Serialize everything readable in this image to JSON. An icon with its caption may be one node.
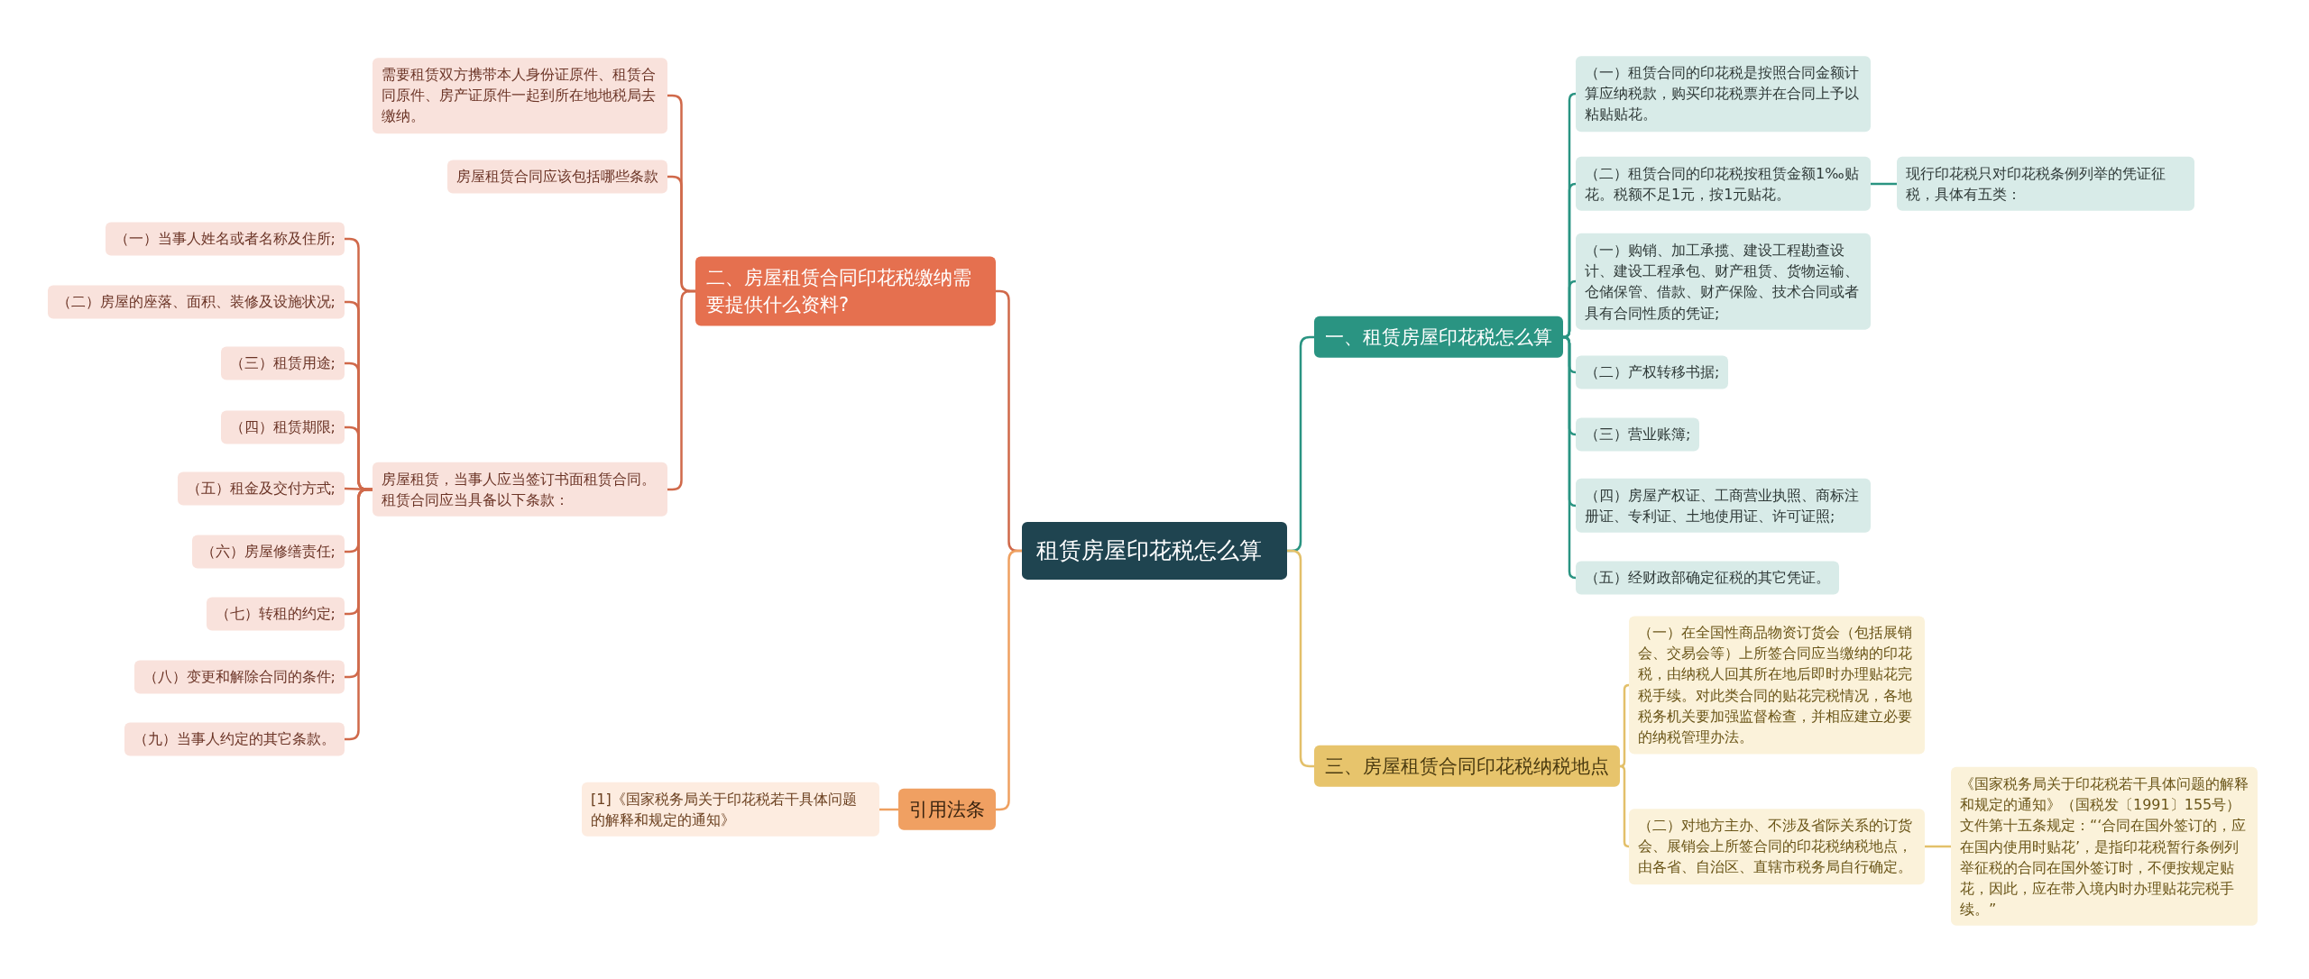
{
  "diagram": {
    "nodes": [
      {
        "text": [
          "租赁房屋印花税怎么算"
        ]
      },
      {
        "text": [
          "一、租赁房屋印花税怎么算"
        ]
      },
      {
        "text": [
          "（一）租赁合同的印花税是按照合同金额计算应纳税款，购买印花税票并在合同上予以粘贴贴花。"
        ]
      },
      {
        "text": [
          "（二）租赁合同的印花税按租赁金额1‰贴花。税额不足1元，按1元贴花。"
        ]
      },
      {
        "text": [
          "现行印花税只对印花税条例列举的凭证征税，具体有五类："
        ]
      },
      {
        "text": [
          "（一）购销、加工承揽、建设工程勘查设计、建设工程承包、财产租赁、货物运输、仓储保管、借款、财产保险、技术合同或者具有合同性质的凭证;"
        ]
      },
      {
        "text": [
          "（二）产权转移书据;"
        ]
      },
      {
        "text": [
          "（三）营业账簿;"
        ]
      },
      {
        "text": [
          "（四）房屋产权证、工商营业执照、商标注册证、专利证、土地使用证、许可证照;"
        ]
      },
      {
        "text": [
          "（五）经财政部确定征税的其它凭证。"
        ]
      },
      {
        "text": [
          "三、房屋租赁合同印花税纳税地点"
        ]
      },
      {
        "text": [
          "（一）在全国性商品物资订货会（包括展销会、交易会等）上所签合同应当缴纳的印花税，由纳税人回其所在地后即时办理贴花完税手续。对此类合同的贴花完税情况，各地税务机关要加强监督检查，并相应建立必要的纳税管理办法。"
        ]
      },
      {
        "text": [
          "（二）对地方主办、不涉及省际关系的订货会、展销会上所签合同的印花税纳税地点，由各省、自治区、直辖市税务局自行确定。"
        ]
      },
      {
        "text": [
          "《国家税务局关于印花税若干具体问题的解释和规定的通知》（国税发〔1991〕155号）文件第十五条规定：“‘合同在国外签订的，应在国内使用时贴花’，是指印花税暂行条例列举征税的合同在国外签订时，不便按规定贴花，因此，应在带入境内时办理贴花完税手续。”"
        ]
      },
      {
        "text": [
          "二、房屋租赁合同印花税缴纳需要提供什么资料?"
        ]
      },
      {
        "text": [
          "需要租赁双方携带本人身份证原件、租赁合同原件、房产证原件一起到所在地地税局去缴纳。"
        ]
      },
      {
        "text": [
          "房屋租赁合同应该包括哪些条款"
        ]
      },
      {
        "text": [
          "房屋租赁，当事人应当签订书面租赁合同。租赁合同应当具备以下条款："
        ]
      },
      {
        "text": [
          "（一）当事人姓名或者名称及住所;"
        ]
      },
      {
        "text": [
          "（二）房屋的座落、面积、装修及设施状况;"
        ]
      },
      {
        "text": [
          "（三）租赁用途;"
        ]
      },
      {
        "text": [
          "（四）租赁期限;"
        ]
      },
      {
        "text": [
          "（五）租金及交付方式;"
        ]
      },
      {
        "text": [
          "（六）房屋修缮责任;"
        ]
      },
      {
        "text": [
          "（七）转租的约定;"
        ]
      },
      {
        "text": [
          "（八）变更和解除合同的条件;"
        ]
      },
      {
        "text": [
          "（九）当事人约定的其它条款。"
        ]
      },
      {
        "text": [
          "引用法条"
        ]
      },
      {
        "text": [
          "[1]《国家税务局关于印花税若干具体问题的解释和规定的通知》"
        ]
      }
    ],
    "edges": [
      {
        "from": 0,
        "to": 1,
        "arrow": "none",
        "color": "#2a9482"
      },
      {
        "from": 1,
        "to": 2,
        "arrow": "none",
        "color": "#2a9482"
      },
      {
        "from": 1,
        "to": 3,
        "arrow": "none",
        "color": "#2a9482"
      },
      {
        "from": 3,
        "to": 4,
        "arrow": "none",
        "color": "#2a9482"
      },
      {
        "from": 1,
        "to": 5,
        "arrow": "none",
        "color": "#2a9482"
      },
      {
        "from": 1,
        "to": 6,
        "arrow": "none",
        "color": "#2a9482"
      },
      {
        "from": 1,
        "to": 7,
        "arrow": "none",
        "color": "#2a9482"
      },
      {
        "from": 1,
        "to": 8,
        "arrow": "none",
        "color": "#2a9482"
      },
      {
        "from": 1,
        "to": 9,
        "arrow": "none",
        "color": "#2a9482"
      },
      {
        "from": 0,
        "to": 10,
        "arrow": "none",
        "color": "#e3c06a"
      },
      {
        "from": 10,
        "to": 11,
        "arrow": "none",
        "color": "#e3c06a"
      },
      {
        "from": 10,
        "to": 12,
        "arrow": "none",
        "color": "#e3c06a"
      },
      {
        "from": 12,
        "to": 13,
        "arrow": "none",
        "color": "#e3c06a"
      },
      {
        "from": 0,
        "to": 14,
        "arrow": "none"
      },
      {
        "from": 14,
        "to": 15,
        "arrow": "none"
      },
      {
        "from": 14,
        "to": 16,
        "arrow": "none"
      },
      {
        "from": 14,
        "to": 17,
        "arrow": "none"
      },
      {
        "from": 17,
        "to": 18,
        "arrow": "none"
      },
      {
        "from": 17,
        "to": 19,
        "arrow": "none"
      },
      {
        "from": 17,
        "to": 20,
        "arrow": "none"
      },
      {
        "from": 17,
        "to": 21,
        "arrow": "none"
      },
      {
        "from": 17,
        "to": 22,
        "arrow": "none"
      },
      {
        "from": 17,
        "to": 23,
        "arrow": "none"
      },
      {
        "from": 17,
        "to": 24,
        "arrow": "none"
      },
      {
        "from": 17,
        "to": 25,
        "arrow": "none"
      },
      {
        "from": 17,
        "to": 26,
        "arrow": "none"
      },
      {
        "from": 0,
        "to": 27,
        "arrow": "none",
        "color": "#efa060"
      },
      {
        "from": 27,
        "to": 28,
        "arrow": "none",
        "color": "#efa060"
      }
    ]
  }
}
